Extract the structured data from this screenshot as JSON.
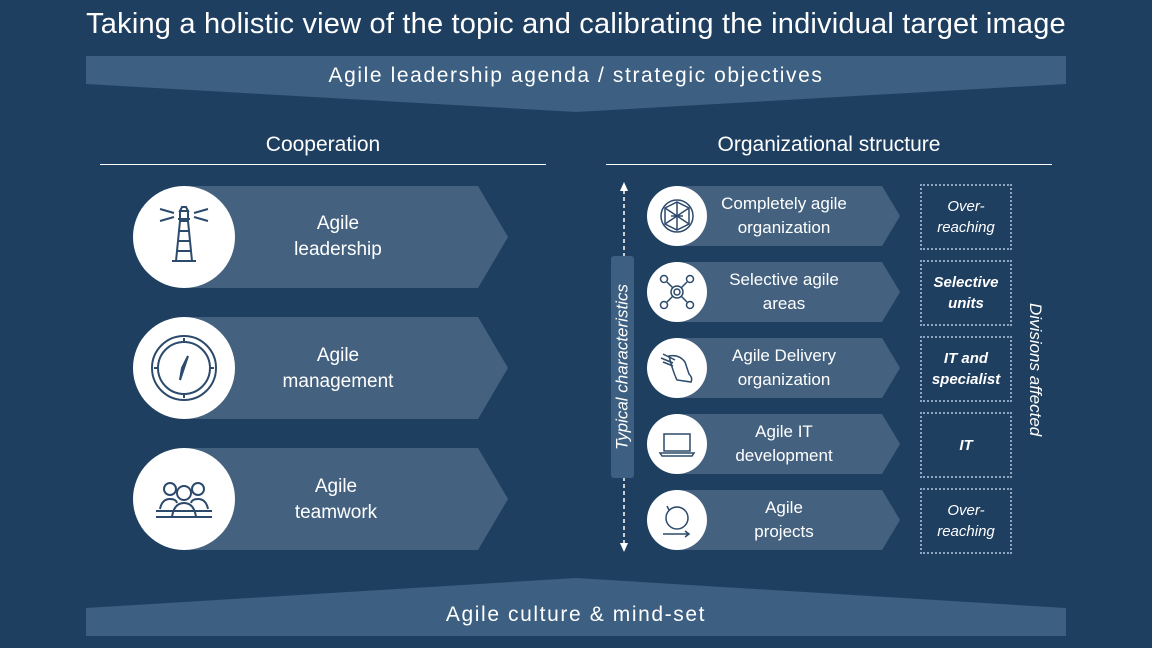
{
  "title": "Taking a holistic view of the topic and calibrating the individual target image",
  "top_banner": "Agile leadership agenda / strategic objectives",
  "bottom_banner": "Agile culture & mind-set",
  "cooperation": {
    "heading": "Cooperation",
    "items": [
      {
        "label_1": "Agile",
        "label_2": "leadership",
        "icon": "lighthouse-icon"
      },
      {
        "label_1": "Agile",
        "label_2": "management",
        "icon": "compass-icon"
      },
      {
        "label_1": "Agile",
        "label_2": "teamwork",
        "icon": "team-icon"
      }
    ]
  },
  "organization": {
    "heading": "Organizational structure",
    "axis_label": "Typical characteristics",
    "divisions_label": "Divisions affected",
    "items": [
      {
        "label_1": "Completely agile",
        "label_2": "organization",
        "icon": "network-icon",
        "division_1": "Over-",
        "division_2": "reaching"
      },
      {
        "label_1": "Selective agile",
        "label_2": "areas",
        "icon": "hub-icon",
        "division_1": "Selective",
        "division_2": "units"
      },
      {
        "label_1": "Agile Delivery",
        "label_2": "organization",
        "icon": "winged-shoe-icon",
        "division_1": "IT and",
        "division_2": "specialist"
      },
      {
        "label_1": "Agile IT",
        "label_2": "development",
        "icon": "laptop-icon",
        "division_1": "IT",
        "division_2": ""
      },
      {
        "label_1": "Agile",
        "label_2": "projects",
        "icon": "cycle-icon",
        "division_1": "Over-",
        "division_2": "reaching"
      }
    ]
  },
  "colors": {
    "background": "#1f3f61",
    "banner": "#3d5f81",
    "arrow": "#44627f",
    "dotted_border": "#8fa6c0"
  }
}
